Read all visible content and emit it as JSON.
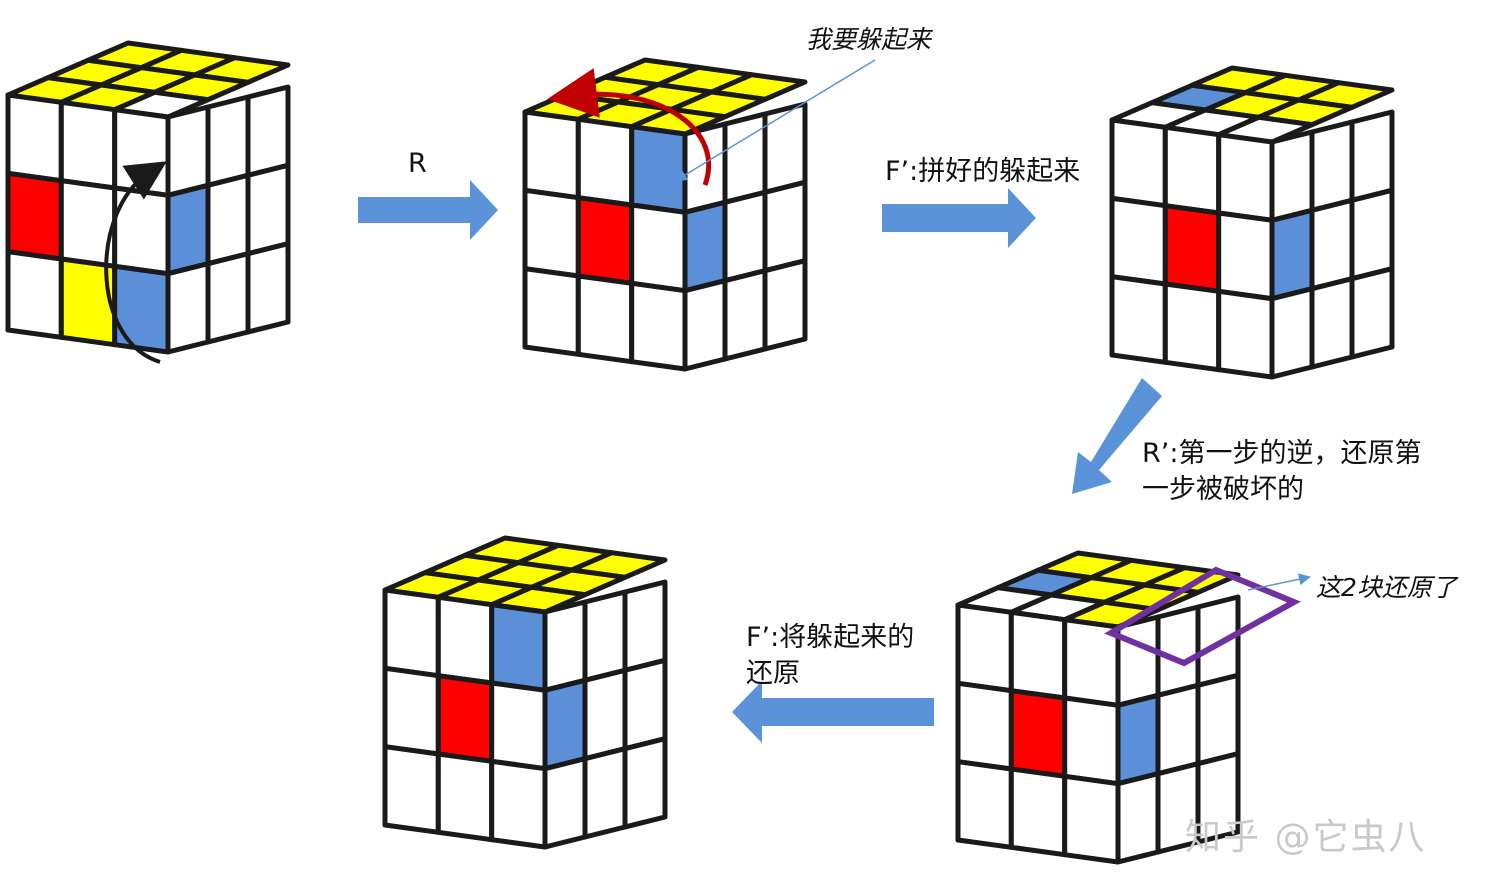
{
  "steps": {
    "r_label": "R",
    "f_prime_1": "F’:拼好的躲起来",
    "r_prime_line1": "R’:第一步的逆，还原第",
    "r_prime_line2": "一步被破坏的",
    "f_prime_2_line1": "F’:将躲起来的",
    "f_prime_2_line2": "还原"
  },
  "annotations": {
    "hide_note": "我要躲起来",
    "restored_note": "这2块还原了"
  },
  "watermark": "知乎 @它虫八",
  "colors": {
    "yellow": "#ffff00",
    "blue": "#5b8fd8",
    "red": "#ff0000",
    "white": "#ffffff",
    "outline": "#1a1a1a",
    "arrow": "#5b93d8",
    "purple": "#7030a0",
    "darkred": "#c00000"
  }
}
